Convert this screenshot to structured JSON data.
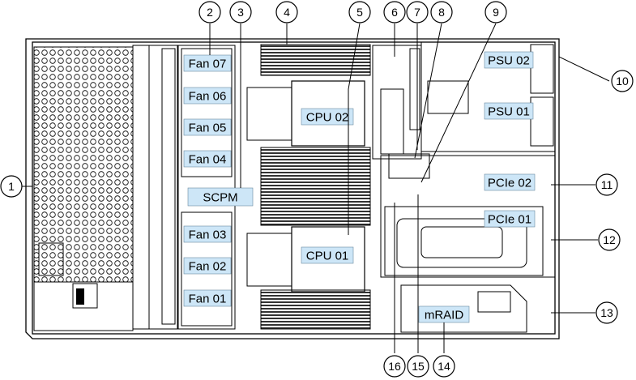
{
  "components": {
    "fans": [
      {
        "label": "Fan 07"
      },
      {
        "label": "Fan 06"
      },
      {
        "label": "Fan 05"
      },
      {
        "label": "Fan 04"
      },
      {
        "label": "Fan 03"
      },
      {
        "label": "Fan 02"
      },
      {
        "label": "Fan 01"
      }
    ],
    "scpm": {
      "label": "SCPM"
    },
    "cpu_top": {
      "label": "CPU 02"
    },
    "cpu_bottom": {
      "label": "CPU 01"
    },
    "psu_top": {
      "label": "PSU 02"
    },
    "psu_bottom": {
      "label": "PSU 01"
    },
    "pcie_top": {
      "label": "PCIe 02"
    },
    "pcie_bottom": {
      "label": "PCIe 01"
    },
    "mraid": {
      "label": "mRAID"
    }
  },
  "callouts": [
    "1",
    "2",
    "3",
    "4",
    "5",
    "6",
    "7",
    "8",
    "9",
    "10",
    "11",
    "12",
    "13",
    "14",
    "15",
    "16"
  ],
  "colors": {
    "label_fill": "#cde6f7",
    "line": "#000000",
    "background": "#ffffff"
  }
}
